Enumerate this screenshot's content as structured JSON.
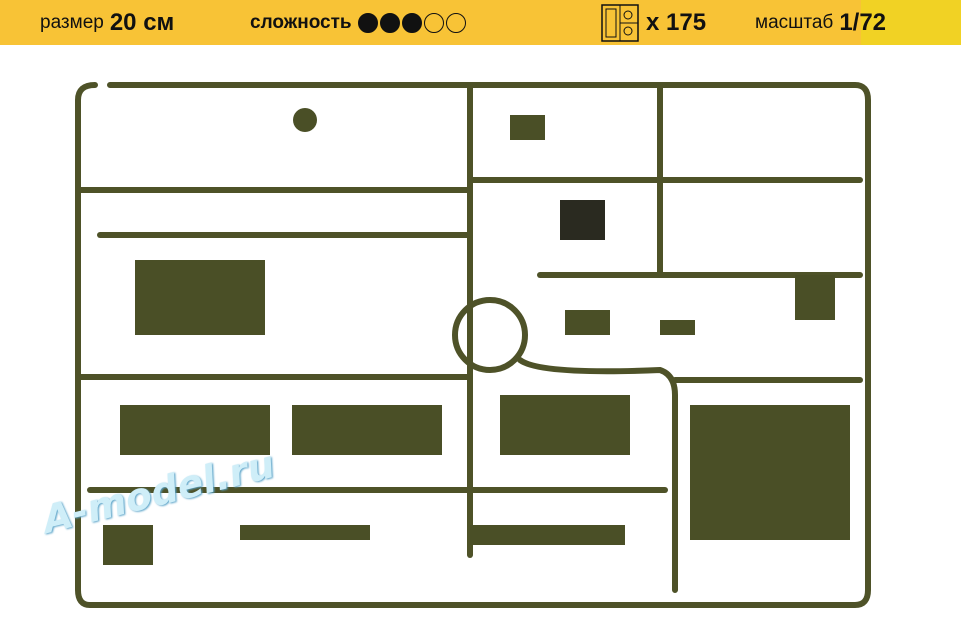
{
  "header": {
    "size_label": "размер",
    "size_value": "20 см",
    "difficulty_label": "сложность",
    "difficulty_level": 3,
    "difficulty_max": 5,
    "parts_count": "x 175",
    "scale_label": "масштаб",
    "scale_value": "1/72",
    "icons": [
      "sprue-icon"
    ]
  },
  "watermark": "A-model.ru",
  "colors": {
    "header_bg": "#f8c336",
    "plastic": "#4e5228",
    "text": "#111111"
  }
}
